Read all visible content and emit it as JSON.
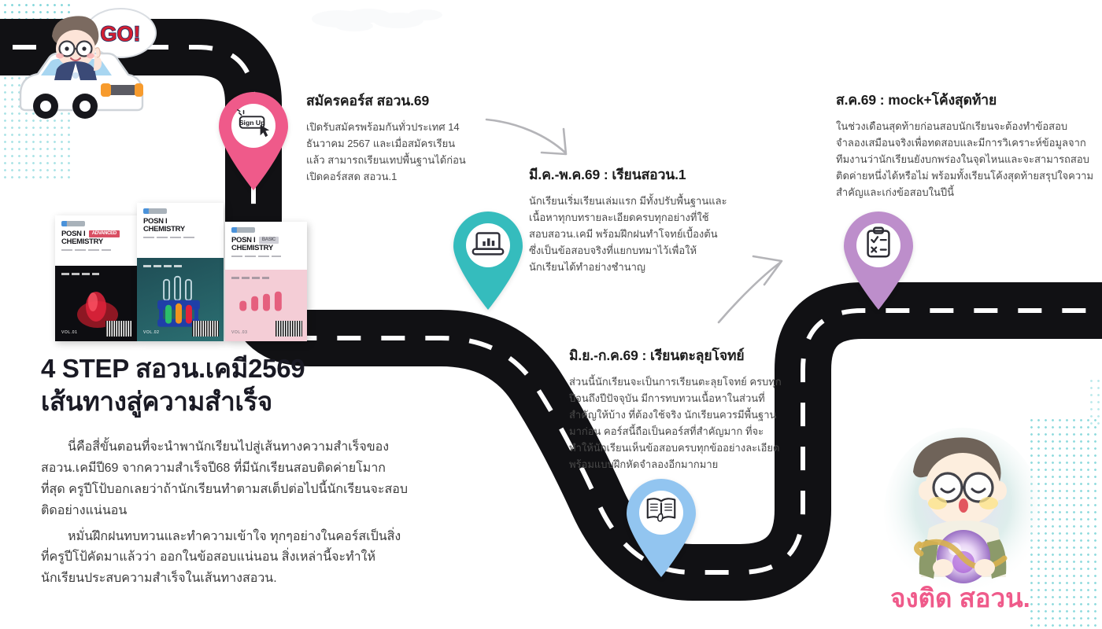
{
  "headline": {
    "line1": "4 STEP สอวน.เคมี2569",
    "line2": "เส้นทางสู่ความสำเร็จ"
  },
  "lead": {
    "paragraph1": "นี่คือสี่ขั้นตอนที่จะนำพานักเรียนไปสู่เส้นทางความสำเร็จของ สอวน.เคมีปี69 จากความสำเร็จปี68 ที่มีนักเรียนสอบติดค่ายโมากที่สุด  ครูปีโป้บอกเลยว่าถ้านักเรียนทำตามสเต็ปต่อไปนี้นักเรียนจะสอบติดอย่างแน่นอน",
    "paragraph2": "หมั่นฝึกฝนทบทวนและทำความเข้าใจ  ทุกๆอย่างในคอร์สเป็นสิ่งที่ครูปีโป้คัดมาแล้วว่า ออกในข้อสอบแน่นอน สิ่งเหล่านี้จะทำให้นักเรียนประสบความสำเร็จในเส้นทางสอวน."
  },
  "steps": [
    {
      "id": "step-1",
      "title": "สมัครคอร์ส สอวน.69",
      "body": "เปิดรับสมัครพร้อมกันทั่วประเทศ 14 ธันวาคม 2567 และเมื่อสมัครเรียนแล้ว สามารถเรียนเทปพื้นฐานได้ก่อนเปิดคอร์สสด สอวน.1",
      "pin_color": "#ef5a8a",
      "pin_icon": "sign-up-button-icon"
    },
    {
      "id": "step-2",
      "title": "มี.ค.-พ.ค.69 : เรียนสอวน.1",
      "body": "นักเรียนเริ่มเรียนเล่มแรก มีทั้งปรับพื้นฐานและเนื้อหาทุกบทรายละเอียดครบทุกอย่างที่ใช้สอบสอวน.เคมี พร้อมฝึกฝนทำโจทย์เบื้องต้นซึ่งเป็นข้อสอบจริงที่แยกบทมาไว้เพื่อให้นักเรียนได้ทำอย่างชำนาญ",
      "pin_color": "#35bcbd",
      "pin_icon": "laptop-chart-icon"
    },
    {
      "id": "step-3",
      "title": "มิ.ย.-ก.ค.69 : เรียนตะลุยโจทย์",
      "body": "ส่วนนี้นักเรียนจะเป็นการเรียนตะลุยโจทย์ ครบทุกปีจนถึงปีปัจจุบัน มีการทบทวนเนื้อหาในส่วนที่สำคัญให้บ้าง ที่ต้องใช้จริง นักเรียนควรมีพื้นฐานมาก่อน คอร์สนี้ถือเป็นคอร์สที่สำคัญมาก ที่จะทำให้นักเรียนเห็นข้อสอบครบทุกข้ออย่างละเอียด พร้อมแบบฝึกหัดจำลองอีกมากมาย",
      "pin_color": "#92c5f0",
      "pin_icon": "open-book-icon"
    },
    {
      "id": "step-4",
      "title": "ส.ค.69 : mock+โค้งสุดท้าย",
      "body": "ในช่วงเดือนสุดท้ายก่อนสอบนักเรียนจะต้องทำข้อสอบจำลองเสมือนจริงเพื่อทดสอบและมีการวิเคราะห์ข้อมูลจากทีมงานว่านักเรียนยังบกพร่องในจุดไหนและจะสามารถสอบติดค่ายหนึ่งได้หรือไม่ พร้อมทั้งเรียนโค้งสุดท้ายสรุปใจความสำคัญและเก่งข้อสอบในปีนี้",
      "pin_color": "#bd8ecb",
      "pin_icon": "clipboard-check-icon"
    }
  ],
  "illustrations": {
    "car": {
      "name": "teacher-in-car-illustration",
      "speech_bubble": "GO!"
    },
    "wizard": {
      "name": "wizard-student-illustration",
      "caption": "จงติด สอวน."
    }
  },
  "books": [
    {
      "brand": "POSN I",
      "title": "CHEMISTRY",
      "tag": "ADVANCED",
      "volume": "VOL.01",
      "cover": "#0d0d11"
    },
    {
      "brand": "POSN I",
      "title": "CHEMISTRY",
      "tag": "",
      "volume": "VOL.02",
      "cover": "#2b6f72"
    },
    {
      "brand": "POSN I",
      "title": "CHEMISTRY",
      "tag": "BASIC",
      "volume": "VOL.03",
      "cover": "#f4cdd6"
    }
  ],
  "pin_icons": {
    "signup_label": "Sign Up"
  },
  "colors": {
    "road": "#111114",
    "road_dash": "#ffffff",
    "pink": "#ef5a8a",
    "teal": "#35bcbd",
    "blue": "#92c5f0",
    "purple": "#bd8ecb",
    "dot_pattern": "#27b8bf"
  }
}
